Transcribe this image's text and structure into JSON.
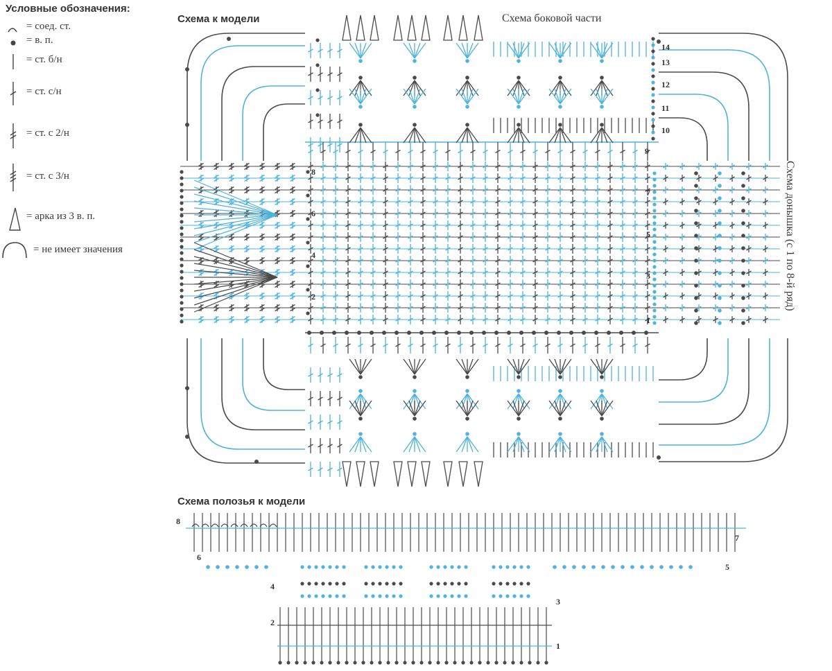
{
  "legend": {
    "title": "Условные обозначения:",
    "items": [
      {
        "icon": "slip-stitch-icon",
        "label": "= соед. ст."
      },
      {
        "icon": "chain-stitch-icon",
        "label": "= в. п."
      },
      {
        "icon": "single-crochet-icon",
        "label": "= ст. б/н"
      },
      {
        "icon": "double-crochet-icon",
        "label": "= ст. с/н"
      },
      {
        "icon": "treble-crochet-icon",
        "label": "= ст. с 2/н"
      },
      {
        "icon": "double-treble-icon",
        "label": "= ст. с 3/н"
      },
      {
        "icon": "chain-arch-icon",
        "label": "= арка из 3 в. п."
      },
      {
        "icon": "arc-icon",
        "label": "= не имеет значения"
      }
    ]
  },
  "diagram": {
    "model_title": "Схема к модели",
    "side_title": "Схема боковой части",
    "bottom_title": "Схема донышка (с 1 по 8-й ряд)",
    "runner_title": "Схема полозья к модели",
    "side_rows": [
      "1",
      "2",
      "3",
      "4",
      "5",
      "6",
      "7",
      "8",
      "9",
      "10",
      "11",
      "12",
      "13",
      "14"
    ],
    "runner_rows": [
      "1",
      "2",
      "3",
      "4",
      "5",
      "6",
      "7",
      "8"
    ]
  },
  "colors": {
    "dark": "#4a4a4a",
    "blue": "#4fb3dd",
    "text": "#3a3a3a"
  }
}
